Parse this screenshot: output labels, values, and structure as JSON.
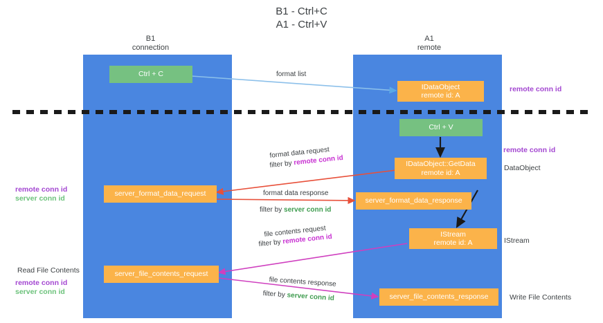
{
  "title": {
    "line1": "B1 - Ctrl+C",
    "line2": "A1 - Ctrl+V"
  },
  "columns": [
    {
      "name": "B1",
      "role": "connection"
    },
    {
      "name": "A1",
      "role": "remote"
    }
  ],
  "nodes": {
    "ctrl_c": {
      "line1": "Ctrl + C",
      "line2": ""
    },
    "ctrl_v": {
      "line1": "Ctrl + V",
      "line2": ""
    },
    "idataobject": {
      "line1": "IDataObject",
      "line2": "remote id: A"
    },
    "getdata": {
      "line1": "IDataObject::GetData",
      "line2": "remote id: A"
    },
    "istream": {
      "line1": "IStream",
      "line2": "remote id: A"
    },
    "format_request": {
      "line1": "server_format_data_request",
      "line2": ""
    },
    "format_response": {
      "line1": "server_format_data_response",
      "line2": ""
    },
    "file_request": {
      "line1": "server_file_contents_request",
      "line2": ""
    },
    "file_response": {
      "line1": "server_file_contents_response",
      "line2": ""
    }
  },
  "edge_labels": {
    "format_list": "format list",
    "format_data_request": "format data request",
    "format_data_request_filter_prefix": "filter by ",
    "format_data_request_filter_key": "remote conn id",
    "format_data_response": "format data response",
    "format_data_response_filter_prefix": "filter by ",
    "format_data_response_filter_key": "server conn id",
    "file_contents_request": "file contents request",
    "file_contents_request_filter_prefix": "filter by ",
    "file_contents_request_filter_key": "remote conn id",
    "file_contents_response": "file contents response",
    "file_contents_response_filter_prefix": "filter by ",
    "file_contents_response_filter_key": "server conn id"
  },
  "annotations": {
    "right_remote_conn_id_top": "remote conn id",
    "right_remote_conn_id_mid": "remote conn id",
    "right_dataobject": "DataObject",
    "right_istream": "IStream",
    "right_write_file_contents": "Write File Contents",
    "left_remote_conn_id_mid": "remote conn id",
    "left_server_conn_id_mid": "server conn id",
    "left_read_file_contents": "Read File Contents",
    "left_remote_conn_id_bottom": "remote conn id",
    "left_server_conn_id_bottom": "server conn id"
  },
  "colors": {
    "lane": "#4a86e0",
    "node_green": "#76c181",
    "node_orange": "#fbb34a",
    "accent_purple": "#a347d1",
    "accent_green": "#6cc27b",
    "arrow_blue": "#8cc0ea",
    "arrow_red": "#e8503a",
    "arrow_magenta": "#cf3fbf",
    "arrow_dark": "#222222",
    "background": "#ffffff"
  }
}
